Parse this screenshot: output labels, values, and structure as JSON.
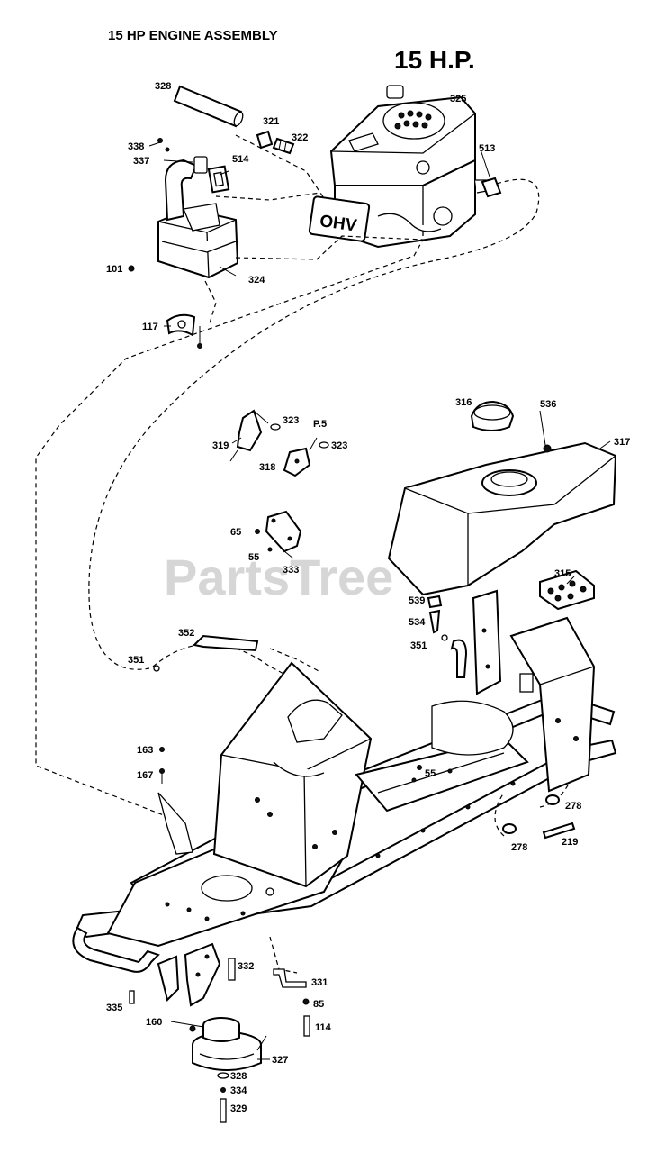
{
  "header": {
    "assembly_title": "15 HP ENGINE ASSEMBLY",
    "hp_label": "15 H.P."
  },
  "watermark": {
    "text": "PartsTree"
  },
  "engine": {
    "badge_text": "OHV"
  },
  "part_numbers": {
    "p328_tube": "328",
    "p325": "325",
    "p321": "321",
    "p322": "322",
    "p338": "338",
    "p337": "337",
    "p514": "514",
    "p513": "513",
    "p101": "101",
    "p324": "324",
    "p117": "117",
    "p316": "316",
    "p536": "536",
    "p317": "317",
    "p323_a": "323",
    "p319": "319",
    "p53": "P.5",
    "p323_b": "323",
    "p318": "318",
    "p65": "65",
    "p55_a": "55",
    "p333": "333",
    "p315": "315",
    "p539": "539",
    "p534": "534",
    "p351_a": "351",
    "p352": "352",
    "p351_b": "351",
    "p163": "163",
    "p167": "167",
    "p55_b": "55",
    "p278_a": "278",
    "p278_b": "278",
    "p219": "219",
    "p331": "331",
    "p85": "85",
    "p335": "335",
    "p332": "332",
    "p114": "114",
    "p160": "160",
    "p327": "327",
    "p328_b": "328",
    "p334": "334",
    "p329": "329"
  }
}
